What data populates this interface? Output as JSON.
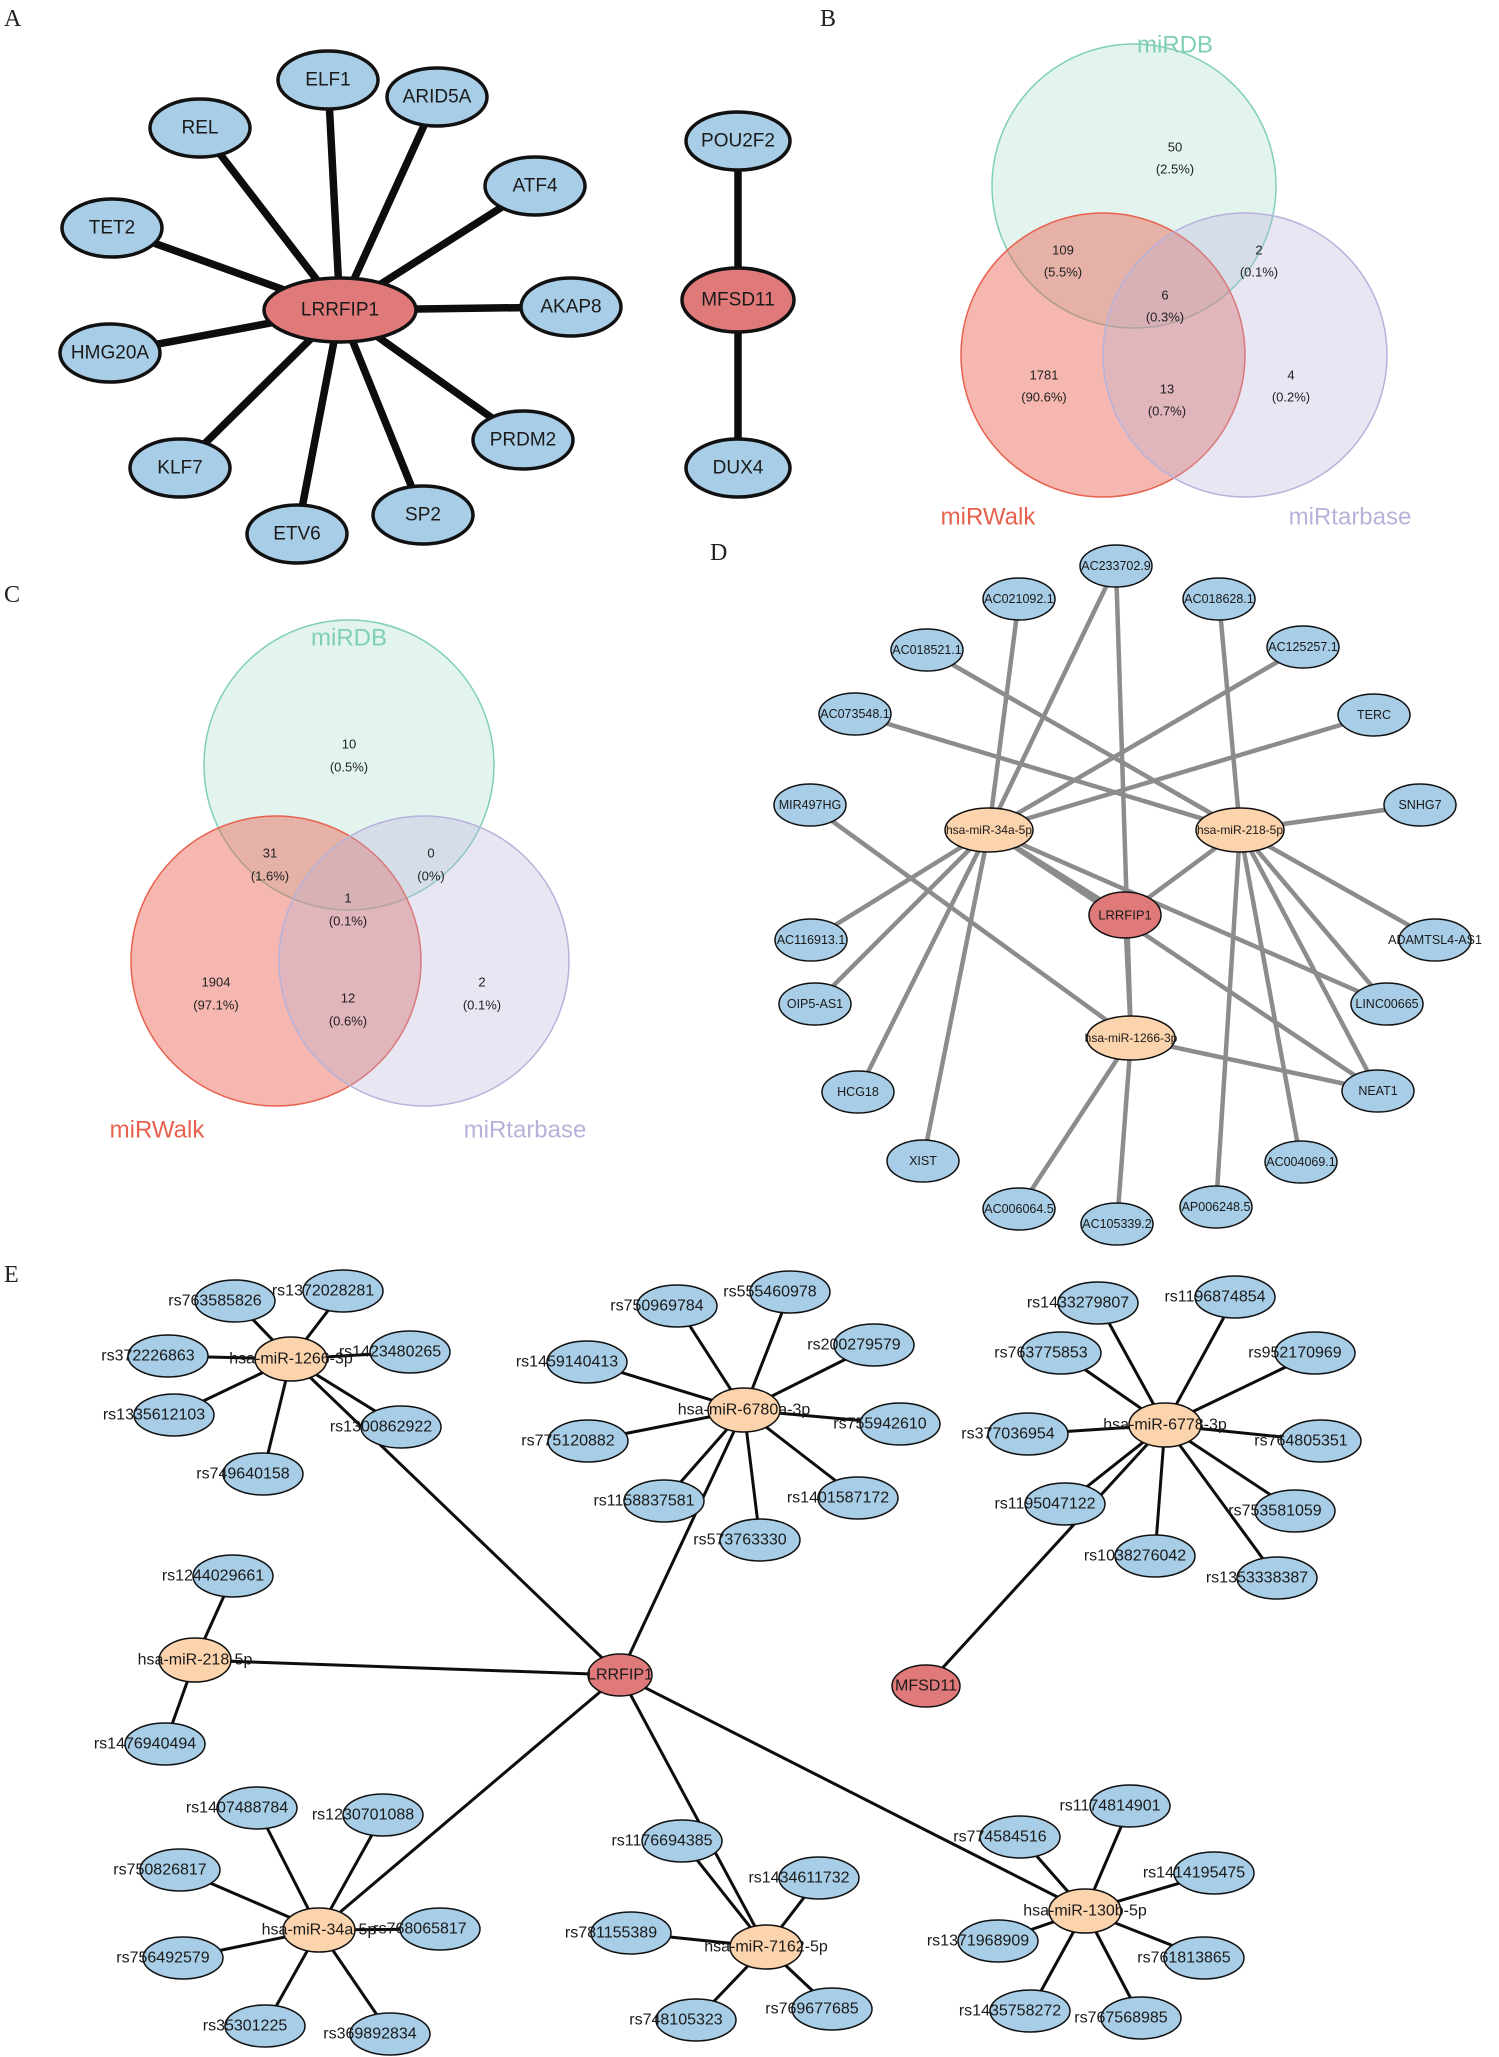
{
  "panels": {
    "a": "A",
    "b": "B",
    "c": "C",
    "d": "D",
    "e": "E"
  },
  "colors": {
    "hub": "#e07a7a",
    "leaf": "#a8cde6",
    "mirna": "#fbd3ac",
    "edge_thick": "#0d0d0d",
    "edge_grey": "#8c8c8c",
    "venn_mirdb": "#7fcfb8",
    "venn_mirwalk": "#e8604e",
    "venn_mirtarbase": "#b7b2da"
  },
  "panel_a": {
    "hub1": "LRRFIP1",
    "hub1_targets": [
      "ELF1",
      "ARID5A",
      "REL",
      "ATF4",
      "TET2",
      "AKAP8",
      "HMG20A",
      "PRDM2",
      "KLF7",
      "SP2",
      "ETV6"
    ],
    "hub2": "MFSD11",
    "hub2_targets": [
      "POU2F2",
      "DUX4"
    ]
  },
  "venn_b": {
    "sets": [
      "miRDB",
      "miRWalk",
      "miRtarbase"
    ],
    "regions": [
      {
        "count": "50",
        "pct": "(2.5%)"
      },
      {
        "count": "109",
        "pct": "(5.5%)"
      },
      {
        "count": "2",
        "pct": "(0.1%)"
      },
      {
        "count": "6",
        "pct": "(0.3%)"
      },
      {
        "count": "1781",
        "pct": "(90.6%)"
      },
      {
        "count": "13",
        "pct": "(0.7%)"
      },
      {
        "count": "4",
        "pct": "(0.2%)"
      }
    ]
  },
  "venn_c": {
    "sets": [
      "miRDB",
      "miRWalk",
      "miRtarbase"
    ],
    "regions": [
      {
        "count": "10",
        "pct": "(0.5%)"
      },
      {
        "count": "31",
        "pct": "(1.6%)"
      },
      {
        "count": "0",
        "pct": "(0%)"
      },
      {
        "count": "1",
        "pct": "(0.1%)"
      },
      {
        "count": "1904",
        "pct": "(97.1%)"
      },
      {
        "count": "12",
        "pct": "(0.6%)"
      },
      {
        "count": "2",
        "pct": "(0.1%)"
      }
    ]
  },
  "panel_d": {
    "mirnas": [
      "hsa-miR-34a-5p",
      "hsa-miR-218-5p",
      "hsa-miR-1266-3p"
    ],
    "gene": "LRRFIP1",
    "lncrnas": [
      "AC021092.1",
      "AC233702.9",
      "AC018628.1",
      "AC018521.1",
      "AC125257.1",
      "AC073548.1",
      "TERC",
      "MIR497HG",
      "SNHG7",
      "AC116913.1",
      "ADAMTSL4-AS1",
      "OIP5-AS1",
      "LINC00665",
      "HCG18",
      "NEAT1",
      "XIST",
      "AC004069.1",
      "AC006064.5",
      "AC105339.2",
      "AP006248.5"
    ]
  },
  "panel_e": {
    "genes": [
      "LRRFIP1",
      "MFSD11"
    ],
    "mirnas": [
      "hsa-miR-1266-3p",
      "hsa-miR-6780a-3p",
      "hsa-miR-6778-3p",
      "hsa-miR-218-5p",
      "hsa-miR-34a-5p",
      "hsa-miR-7162-5p",
      "hsa-miR-130b-5p"
    ],
    "snps": {
      "m1266": [
        "rs763585826",
        "rs1372028281",
        "rs372226863",
        "rs1423480265",
        "rs1335612103",
        "rs1300862922",
        "rs749640158"
      ],
      "m6780": [
        "rs750969784",
        "rs555460978",
        "rs1459140413",
        "rs200279579",
        "rs775120882",
        "rs755942610",
        "rs1158837581",
        "rs1401587172",
        "rs573763330"
      ],
      "m6778": [
        "rs1433279807",
        "rs1196874854",
        "rs763775853",
        "rs952170969",
        "rs377036954",
        "rs764805351",
        "rs1195047122",
        "rs753581059",
        "rs1038276042",
        "rs1353338387"
      ],
      "m218": [
        "rs1244029661",
        "rs1476940494"
      ],
      "m34a": [
        "rs1407488784",
        "rs1230701088",
        "rs750826817",
        "rs768065817",
        "rs756492579",
        "rs35301225",
        "rs369892834"
      ],
      "m7162": [
        "rs1176694385",
        "rs1434611732",
        "rs781155389",
        "rs748105323",
        "rs769677685"
      ],
      "m130b": [
        "rs1174814901",
        "rs774584516",
        "rs1414195475",
        "rs1371968909",
        "rs761813865",
        "rs1435758272",
        "rs767568985"
      ]
    }
  }
}
